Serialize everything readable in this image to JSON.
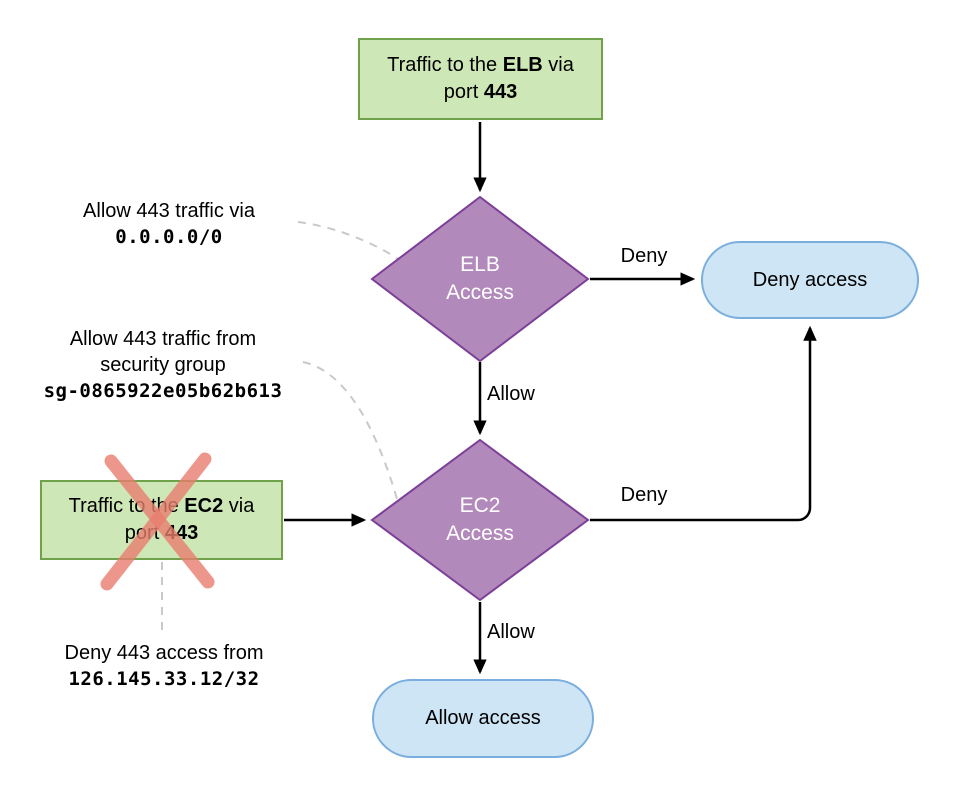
{
  "colors": {
    "green_fill": "#cee7b6",
    "green_stroke": "#6fa24a",
    "purple_fill": "#b289bb",
    "purple_stroke": "#7c3f97",
    "blue_fill": "#cde5f5",
    "blue_stroke": "#7aaede",
    "x_red": "#e97d6f",
    "dash_gray": "#c9c9c9",
    "arrow_black": "#000000",
    "diamond_text": "#ffffff"
  },
  "nodes": {
    "elb_traffic": {
      "l1a": "Traffic to the ",
      "l1b": "ELB",
      "l1c": " via",
      "l2a": "port ",
      "l2b": "443"
    },
    "ec2_traffic": {
      "l1a": "Traffic to the ",
      "l1b": "EC2",
      "l1c": " via",
      "l2a": "port ",
      "l2b": "443"
    },
    "elb_access": {
      "line1": "ELB",
      "line2": "Access"
    },
    "ec2_access": {
      "line1": "EC2",
      "line2": "Access"
    },
    "deny_access": {
      "label": "Deny access"
    },
    "allow_access": {
      "label": "Allow access"
    }
  },
  "edge_labels": {
    "elb_deny": "Deny",
    "elb_allow": "Allow",
    "ec2_deny": "Deny",
    "ec2_allow": "Allow"
  },
  "annotations": {
    "elb_rule": {
      "text": "Allow 443 traffic via",
      "code": "0.0.0.0/0"
    },
    "ec2_rule": {
      "text": "Allow 443 traffic from",
      "text2": "security group",
      "code": "sg-0865922e05b62b613"
    },
    "deny_rule": {
      "text": "Deny 443 access from",
      "code": "126.145.33.12/32"
    }
  }
}
